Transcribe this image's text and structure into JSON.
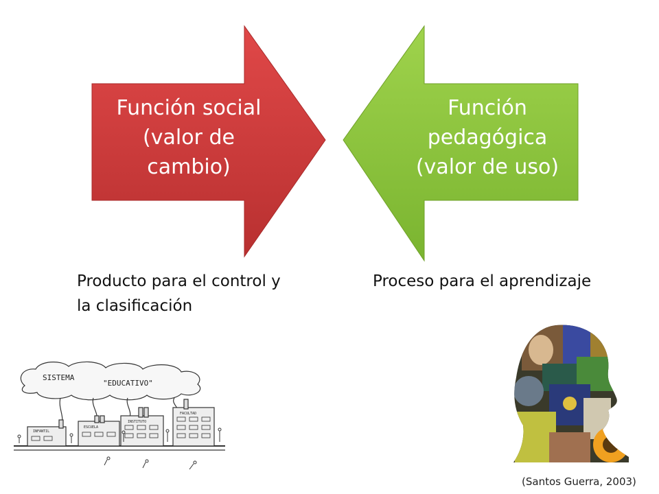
{
  "slide": {
    "red_arrow": {
      "lines": [
        "Función social",
        "(valor de",
        "cambio)"
      ],
      "color": "#d23c3c"
    },
    "green_arrow": {
      "lines": [
        "Función",
        "pedagógica",
        "(valor de uso)"
      ],
      "color": "#8cc63e"
    },
    "left_caption": {
      "lines": [
        "Producto para el control y",
        "la clasificación"
      ]
    },
    "right_caption": "Proceso para el aprendizaje",
    "citation": "(Santos Guerra, 2003)",
    "school_cartoon": {
      "cloud_words": [
        "SISTEMA",
        "\"EDUCATIVO\""
      ],
      "building_signs": [
        "INFANTIL",
        "ESCUELA",
        "INSTITUTO",
        "FACULTAD"
      ]
    }
  }
}
